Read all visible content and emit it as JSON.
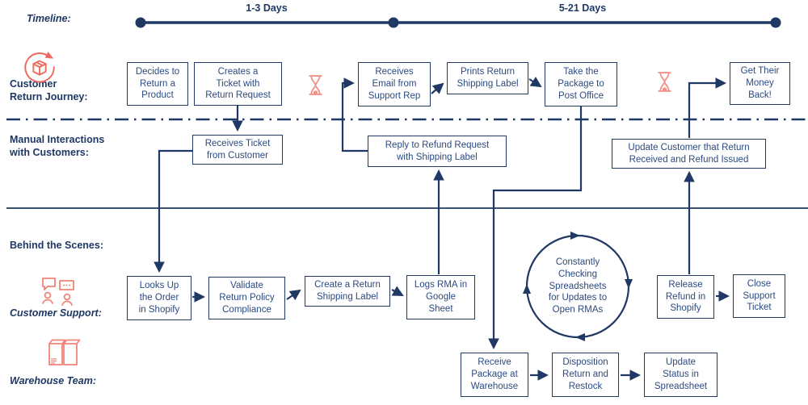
{
  "colors": {
    "navy": "#1f3864",
    "text_navy": "#2b4a80",
    "coral": "#ef6a5e",
    "coral_light": "#f2938b",
    "background": "#ffffff"
  },
  "timeline": {
    "label": "Timeline:",
    "phase1": "1-3 Days",
    "phase2": "5-21 Days"
  },
  "lanes": {
    "customer_return_journey": "Customer\nReturn Journey:",
    "manual_interactions": "Manual Interactions\nwith Customers:",
    "behind_the_scenes": "Behind the Scenes:",
    "customer_support": "Customer Support:",
    "warehouse_team": "Warehouse Team:"
  },
  "icons": {
    "journey": "package-return-icon",
    "wait": "hourglass-icon",
    "support": "support-chat-icon",
    "warehouse": "warehouse-boxes-icon"
  },
  "nodes": {
    "decides": "Decides to\nReturn a\nProduct",
    "creates_ticket": "Creates a\nTicket with\nReturn Request",
    "receives_email": "Receives\nEmail from\nSupport Rep",
    "prints_label": "Prints Return\nShipping Label",
    "post_office": "Take the\nPackage to\nPost Office",
    "money_back": "Get Their\nMoney\nBack!",
    "receives_ticket": "Receives Ticket\nfrom Customer",
    "reply_refund": "Reply to Refund Request\nwith Shipping Label",
    "update_customer": "Update Customer that Return\nReceived and Refund Issued",
    "looks_up": "Looks Up\nthe Order\nin Shopify",
    "validate": "Validate\nReturn Policy\nCompliance",
    "create_label": "Create a Return\nShipping Label",
    "logs_rma": "Logs RMA in\nGoogle\nSheet",
    "release_refund": "Release\nRefund in\nShopify",
    "close_ticket": "Close\nSupport\nTicket",
    "receive_pkg": "Receive\nPackage at\nWarehouse",
    "disposition": "Disposition\nReturn and\nRestock",
    "update_status": "Update\nStatus in\nSpreadsheet"
  },
  "loop_label": "Constantly\nChecking\nSpreadsheets\nfor Updates to\nOpen RMAs"
}
